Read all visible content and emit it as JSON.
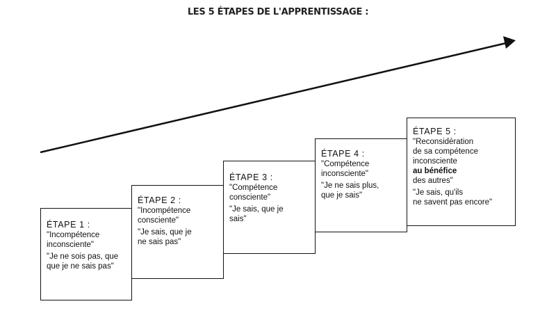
{
  "title": "LES 5 ÉTAPES DE L'APPRENTISSAGE :",
  "steps": [
    {
      "label": "ÉTAPE 1 :",
      "name_lines": [
        "\"Incompétence",
        "inconsciente\""
      ],
      "quote_lines": [
        "\"Je ne sois pas, que",
        "que je ne sais pas\""
      ]
    },
    {
      "label": "ÉTAPE 2 :",
      "name_lines": [
        "\"Incompétence",
        "consciente\""
      ],
      "quote_lines": [
        "\"Je sais, que je",
        "ne sais pas\""
      ]
    },
    {
      "label": "ÉTAPE 3 :",
      "name_lines": [
        "\"Compétence",
        "consciente\""
      ],
      "quote_lines": [
        "\"Je sais, que je",
        "sais\""
      ]
    },
    {
      "label": "ÉTAPE 4 :",
      "name_lines": [
        "\"Compétence",
        "inconsciente\""
      ],
      "quote_lines": [
        "\"Je ne sais plus,",
        "que je sais\""
      ]
    },
    {
      "label": "ÉTAPE 5 :",
      "name_lines": [
        "\"Reconsidération",
        "de sa compétence",
        "inconsciente"
      ],
      "emphasis": "au bénéfice",
      "name_end": "des autres\"",
      "quote_lines": [
        "\"Je sais, qu'ils",
        "ne savent pas encore\""
      ]
    }
  ]
}
